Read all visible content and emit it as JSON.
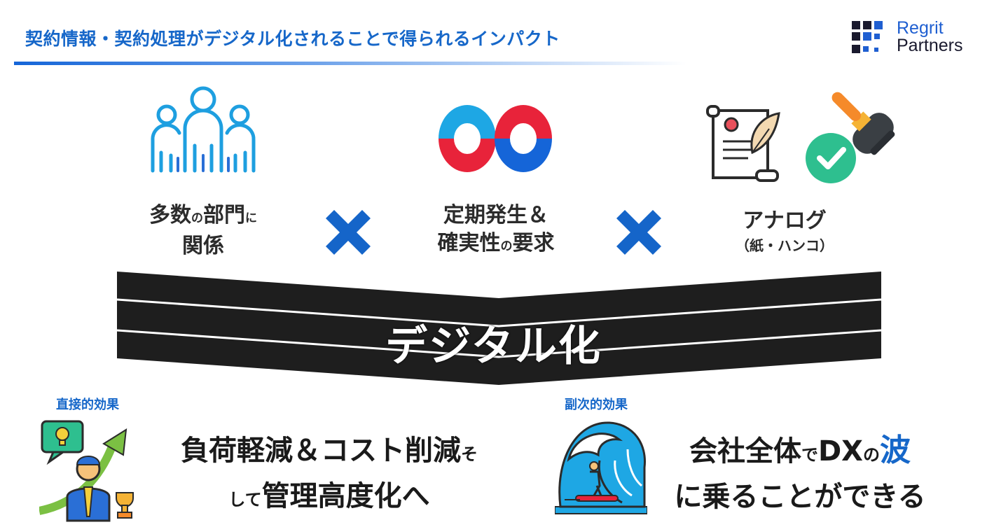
{
  "header": {
    "title": "契約情報・契約処理がデジタル化されることで得られるインパクト",
    "logo": {
      "line1": "Regrit",
      "line2": "Partners"
    }
  },
  "factors": [
    {
      "icon": "people-icon",
      "line1_a": "多数",
      "line1_b": "の",
      "line1_c": "部門",
      "line1_d": "に",
      "line2": "関係"
    },
    {
      "icon": "infinity-icon",
      "line1": "定期発生＆",
      "line2_a": "確実性",
      "line2_b": "の",
      "line2_c": "要求"
    },
    {
      "icon": "paper-stamp-icon",
      "line1": "アナログ",
      "line2": "（紙・ハンコ）"
    }
  ],
  "band": {
    "label": "デジタル化"
  },
  "effects": {
    "direct": {
      "tag": "直接的効果",
      "line1_a": "負荷軽減＆コスト削減",
      "line1_b": "そ",
      "line2_a": "して",
      "line2_b": "管理高度化へ"
    },
    "secondary": {
      "tag": "副次的効果",
      "line1_a": "会社全体",
      "line1_b": "で",
      "line1_c": "DX",
      "line1_d": "の",
      "line1_e": "波",
      "line2": "に乗ることができる"
    }
  },
  "colors": {
    "accent": "#1667c9",
    "cross": "#1565c9",
    "band": "#1e1e1e",
    "red": "#e8233a",
    "cyan": "#1ea7e4"
  }
}
